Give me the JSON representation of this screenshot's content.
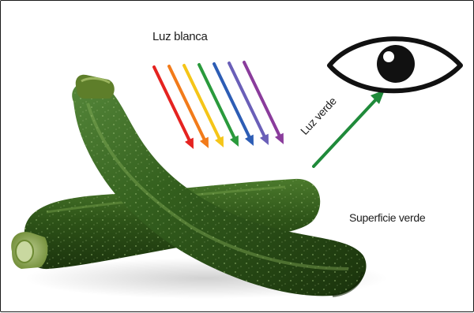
{
  "labels": {
    "white_light": "Luz blanca",
    "green_light": "Luz verde",
    "green_surface": "Superficie verde"
  },
  "icons": {
    "eye": "eye-icon",
    "rays": "light-rays"
  },
  "colors": {
    "rays": [
      "#e52320",
      "#f27b1a",
      "#f5c518",
      "#2a9a3c",
      "#2d5db5",
      "#6a5fb8",
      "#8a3c9c"
    ],
    "reflected_green": "#1f8a3a",
    "zucchini_dark": "#1f3a12",
    "zucchini_mid": "#3f6b26",
    "zucchini_stem": "#7a9a3a"
  }
}
